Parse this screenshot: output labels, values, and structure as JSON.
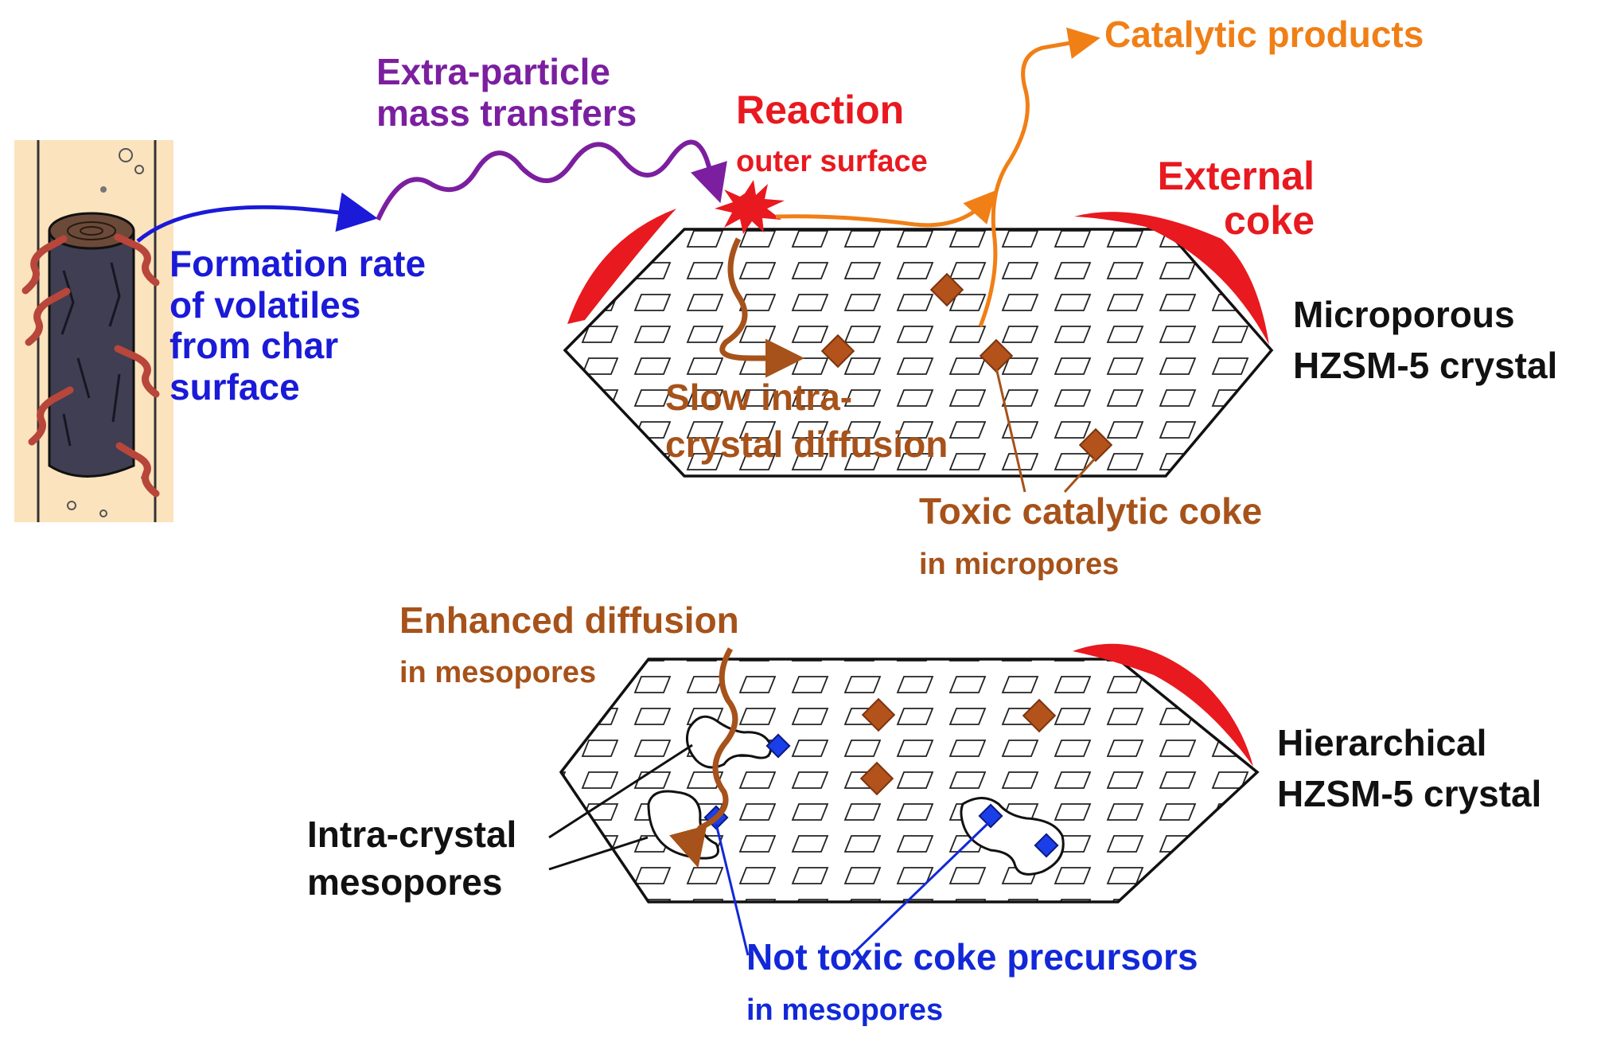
{
  "labels": {
    "formation_rate": [
      "Formation rate",
      "of volatiles",
      "from char",
      "surface"
    ],
    "extra_particle": [
      "Extra-particle",
      "mass transfers"
    ],
    "reaction_title": "Reaction",
    "reaction_sub": "outer surface",
    "catalytic_products": "Catalytic products",
    "external_coke": [
      "External",
      "coke"
    ],
    "microporous": [
      "Microporous",
      "HZSM-5 crystal"
    ],
    "slow_diffusion": [
      "Slow intra-",
      "crystal diffusion"
    ],
    "toxic_coke_title": "Toxic catalytic coke",
    "toxic_coke_sub": "in micropores",
    "enhanced_title": "Enhanced diffusion",
    "enhanced_sub": "in mesopores",
    "hierarchical": [
      "Hierarchical",
      "HZSM-5 crystal"
    ],
    "intra_mesopores": [
      "Intra-crystal",
      "mesopores"
    ],
    "not_toxic_title": "Not toxic coke precursors",
    "not_toxic_sub": "in mesopores"
  },
  "colors": {
    "blue": "#1a1ad8",
    "purple": "#7b1fa0",
    "red": "#e8191f",
    "orange": "#f07f16",
    "brown": "#a6521a",
    "coke_fill": "#b4521b",
    "mesopore_dot": "#1a3ee8"
  }
}
